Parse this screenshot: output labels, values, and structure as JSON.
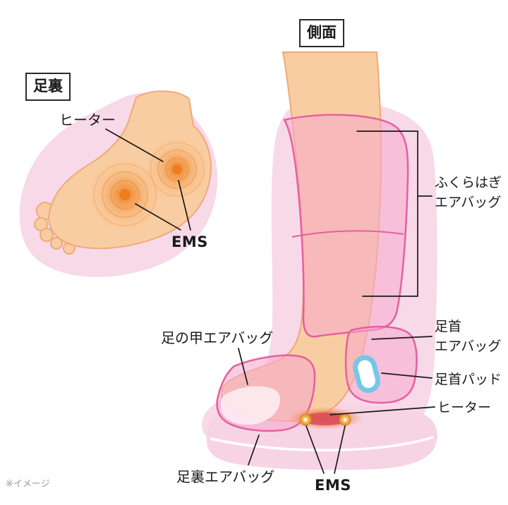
{
  "sole_view": {
    "title": "足裏",
    "heater_label": "ヒーター",
    "ems_label": "EMS"
  },
  "side_view": {
    "title": "側面",
    "calf_airbag": {
      "line1": "ふくらはぎ",
      "line2": "エアバッグ"
    },
    "ankle_airbag": {
      "line1": "足首",
      "line2": "エアバッグ"
    },
    "ankle_pad_label": "足首パッド",
    "heater_label": "ヒーター",
    "instep_airbag_label": "足の甲エアバッグ",
    "sole_airbag_label": "足裏エアバッグ",
    "ems_label": "EMS"
  },
  "footer_note": "※イメージ",
  "colors": {
    "halo_pink": "#f8d9e8",
    "wrap_pink": "#f5aacd",
    "wrap_border": "#e65f9f",
    "skin": "#f9cda2",
    "skin_border": "#efa97a",
    "heat_orange": "#ee7d1f",
    "pad_blue": "#76c7e6",
    "text": "#1a1a1a",
    "note_gray": "#9a9a9a"
  }
}
